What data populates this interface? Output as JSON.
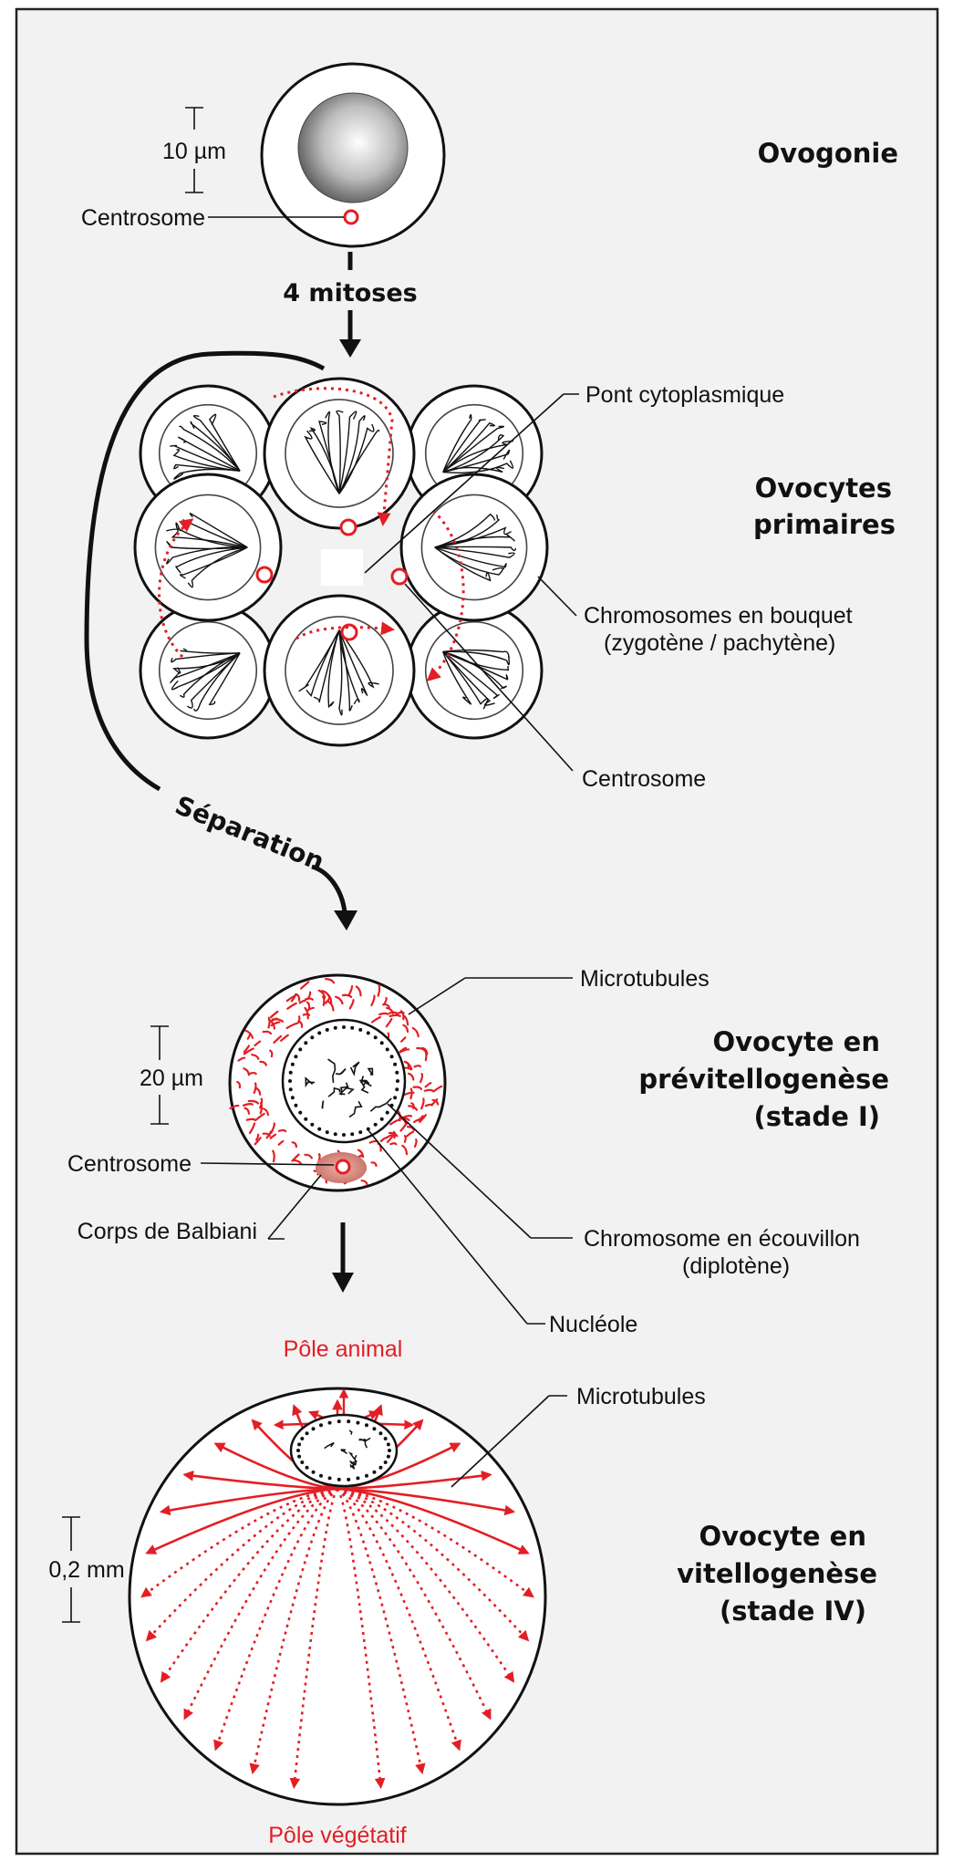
{
  "colors": {
    "accent": "#e31e24",
    "frame": "#222222",
    "panel": "#f2f2f2"
  },
  "stages": {
    "ovogonie": {
      "title": "Ovogonie",
      "scale": "10 µm",
      "centrosome": "Centrosome"
    },
    "mitoses": {
      "label": "4 mitoses"
    },
    "primaires": {
      "title_line1": "Ovocytes",
      "title_line2": "primaires",
      "pont": "Pont cytoplasmique",
      "chromosomes_line1": "Chromosomes en bouquet",
      "chromosomes_line2": "(zygotène / pachytène)",
      "centrosome": "Centrosome"
    },
    "separation": {
      "label": "Séparation"
    },
    "previtello": {
      "title_line1": "Ovocyte en",
      "title_line2": "prévitellogenèse",
      "title_line3": "(stade I)",
      "scale": "20 µm",
      "microtubules": "Microtubules",
      "centrosome": "Centrosome",
      "balbiani": "Corps de Balbiani",
      "chromosome_line1": "Chromosome en écouvillon",
      "chromosome_line2": "(diplotène)",
      "nucleole": "Nucléole"
    },
    "vitello": {
      "title_line1": "Ovocyte en",
      "title_line2": "vitellogenèse",
      "title_line3": "(stade IV)",
      "scale": "0,2 mm",
      "pole_animal": "Pôle animal",
      "pole_vegetatif": "Pôle végétatif",
      "microtubules": "Microtubules"
    }
  }
}
